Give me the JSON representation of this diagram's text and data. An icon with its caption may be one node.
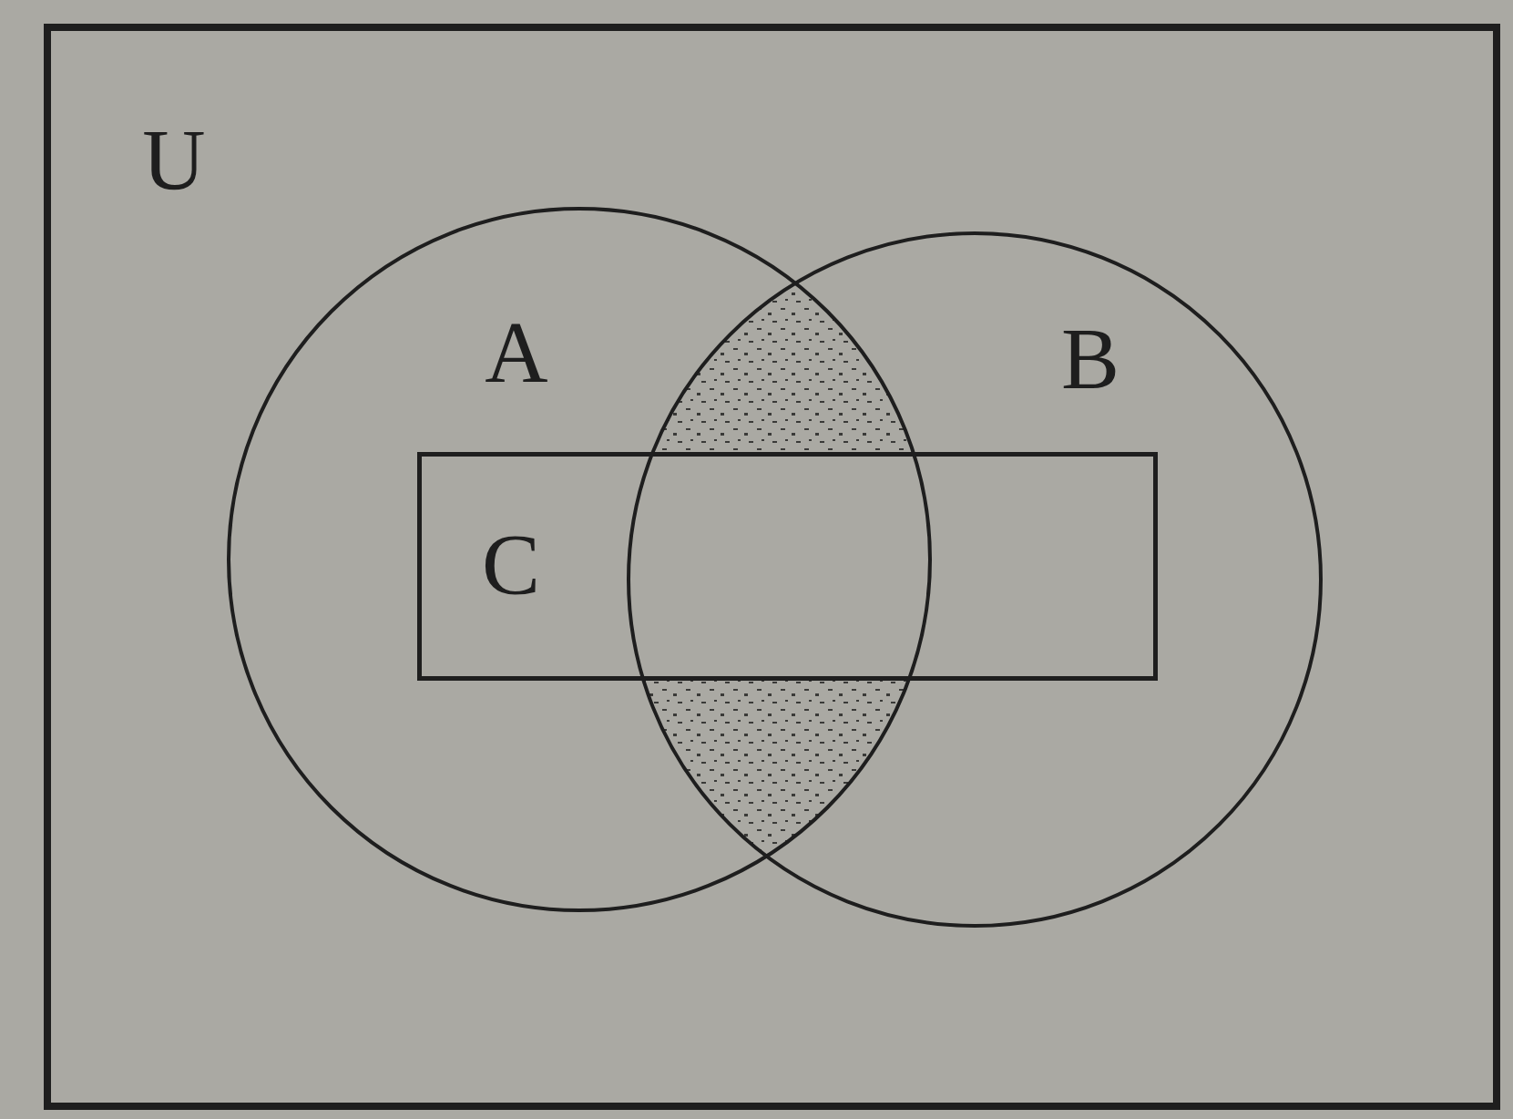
{
  "diagram": {
    "nodes": [
      {
        "text": [
          "U"
        ]
      },
      {
        "text": [
          "A"
        ],
        "in": 0
      },
      {
        "text": [
          "B"
        ],
        "in": 0
      },
      {
        "text": [
          "C"
        ],
        "in": 0
      },
      {
        "text": [],
        "shape": "region"
      },
      {
        "text": [],
        "shape": "region"
      }
    ]
  }
}
